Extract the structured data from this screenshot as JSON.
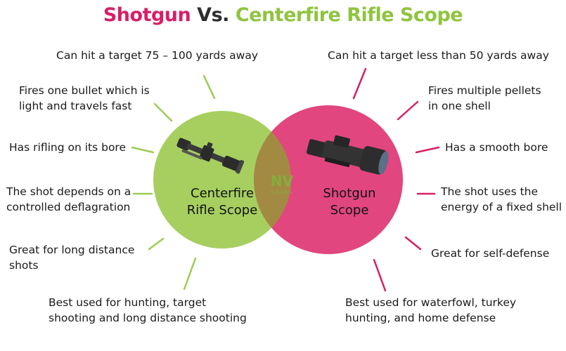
{
  "title": {
    "shotgun": "Shotgun",
    "vs": "Vs.",
    "rifle": "Centerfire Rifle Scope"
  },
  "colors": {
    "shotgun": "#d81e67",
    "rifle": "#8fc43f",
    "shotgun_circle": "#e1467f",
    "rifle_circle": "#a6cf60",
    "overlap": "#a28a43",
    "leader_left": "#9dcb54",
    "leader_right": "#d81e67"
  },
  "rifle_circle": {
    "line1": "Centerfire",
    "line2": "Rifle Scope",
    "icon": "rifle-scope-icon"
  },
  "shotgun_circle": {
    "line1": "Shotgun",
    "line2": "Scope",
    "icon": "shotgun-scope-icon"
  },
  "brand": {
    "logo": "NV",
    "sub": "GEARS"
  },
  "rifle_points": [
    "Can hit a target 75 – 100 yards away",
    "Fires one bullet which is",
    "light and travels fast",
    "Has rifling on its bore",
    "The shot depends on a",
    "controlled deflagration",
    "Great for long distance",
    "shots",
    "Best used for hunting, target",
    "shooting and long distance shooting"
  ],
  "shotgun_points": [
    "Can hit a target less than 50 yards away",
    "Fires multiple pellets",
    "in one shell",
    "Has a smooth bore",
    "The shot uses the",
    "energy of a fixed shell",
    "Great for self-defense",
    "Best used for waterfowl, turkey",
    "hunting, and home defense"
  ]
}
